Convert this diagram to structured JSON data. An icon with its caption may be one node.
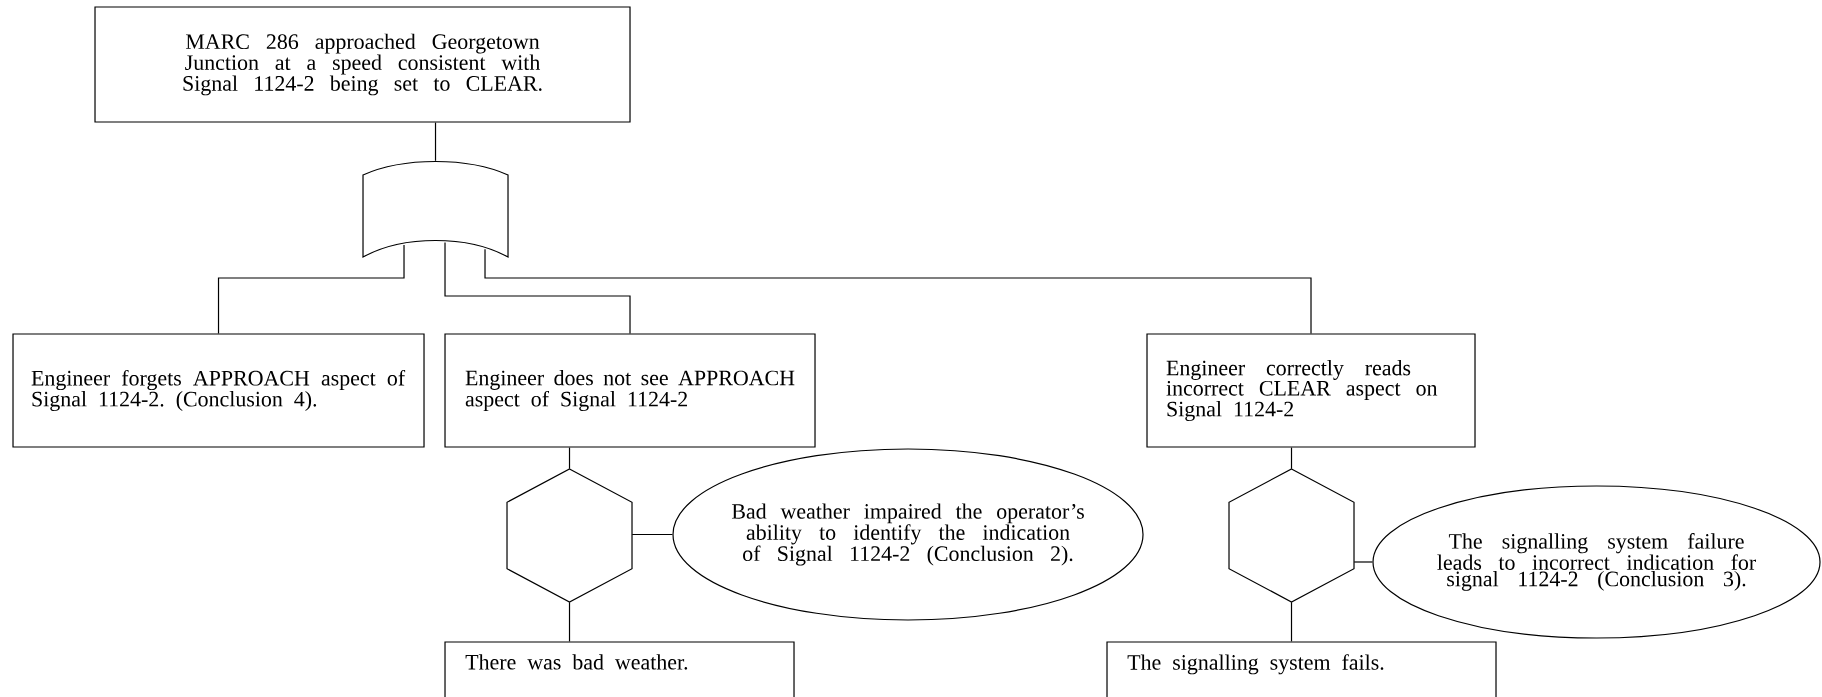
{
  "diagram": {
    "nodes": [
      {
        "text": [
          "MARC 286 approached Georgetown Junction at a speed consistent with Signal 1124-2 being set to CLEAR."
        ]
      },
      {
        "text": [],
        "shape": "gate"
      },
      {
        "text": [
          "Engineer forgets APPROACH aspect of Signal 1124-2. (Conclusion 4)."
        ]
      },
      {
        "text": [
          "Engineer does not see APPROACH aspect of Signal 1124-2"
        ]
      },
      {
        "text": [
          "Engineer correctly reads incorrect CLEAR aspect on Signal 1124-2"
        ]
      },
      {
        "text": [],
        "shape": "hexagon"
      },
      {
        "text": [
          "Bad weather impaired the operator’s ability to identify the indication of Signal 1124-2 (Conclusion 2)."
        ]
      },
      {
        "text": [],
        "shape": "hexagon"
      },
      {
        "text": [
          "The signalling system failure leads to incorrect indication for signal 1124-2 (Conclusion 3)."
        ]
      },
      {
        "text": [
          "There was bad weather."
        ]
      },
      {
        "text": [
          "The signalling system fails."
        ]
      }
    ],
    "edges": [
      {
        "from": 0,
        "to": 1,
        "arrow": "none"
      },
      {
        "from": 1,
        "to": 2,
        "arrow": "none"
      },
      {
        "from": 1,
        "to": 3,
        "arrow": "none"
      },
      {
        "from": 1,
        "to": 4,
        "arrow": "none"
      },
      {
        "from": 3,
        "to": 5,
        "arrow": "none"
      },
      {
        "from": 5,
        "to": 6,
        "arrow": "none"
      },
      {
        "from": 5,
        "to": 9,
        "arrow": "none"
      },
      {
        "from": 4,
        "to": 7,
        "arrow": "none"
      },
      {
        "from": 7,
        "to": 8,
        "arrow": "none"
      },
      {
        "from": 7,
        "to": 10,
        "arrow": "none"
      }
    ]
  }
}
